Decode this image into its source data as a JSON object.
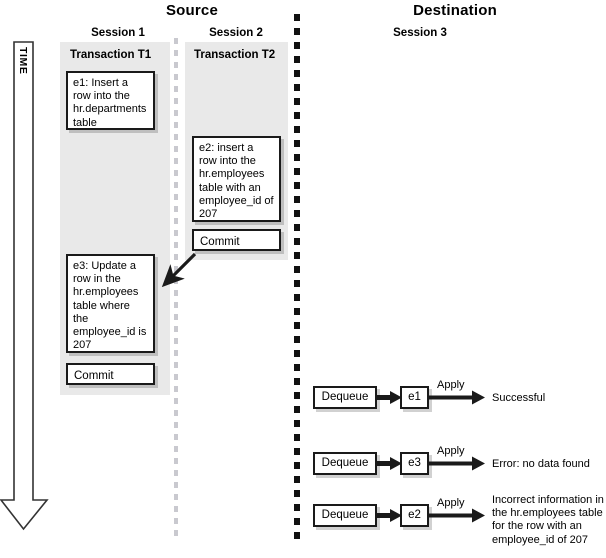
{
  "headers": {
    "source": "Source",
    "destination": "Destination"
  },
  "time_axis": {
    "label": "TIME",
    "direction": "down"
  },
  "source": {
    "sessions": [
      {
        "name": "Session 1",
        "transaction": "Transaction T1",
        "events": [
          {
            "id": "e1",
            "text": "e1: Insert a row into the hr.departments table"
          },
          {
            "id": "e3",
            "text": "e3: Update a row in the hr.employees table where the employee_id is 207"
          }
        ],
        "commit": "Commit"
      },
      {
        "name": "Session 2",
        "transaction": "Transaction T2",
        "events": [
          {
            "id": "e2",
            "text": "e2: insert a row into the hr.employees table with an employee_id of 207"
          }
        ],
        "commit": "Commit"
      }
    ]
  },
  "destination": {
    "session": "Session 3",
    "rows": [
      {
        "dequeue": "Dequeue",
        "event": "e1",
        "apply": "Apply",
        "result": "Successful"
      },
      {
        "dequeue": "Dequeue",
        "event": "e3",
        "apply": "Apply",
        "result": "Error: no data found"
      },
      {
        "dequeue": "Dequeue",
        "event": "e2",
        "apply": "Apply",
        "result": "Incorrect information in the hr.employees table for the row with an employee_id of 207"
      }
    ]
  },
  "colors": {
    "panel_gray": "#e9e9e9",
    "line_black": "#1a1a1a",
    "dash_light": "#c9c9cf",
    "background": "#ffffff"
  }
}
